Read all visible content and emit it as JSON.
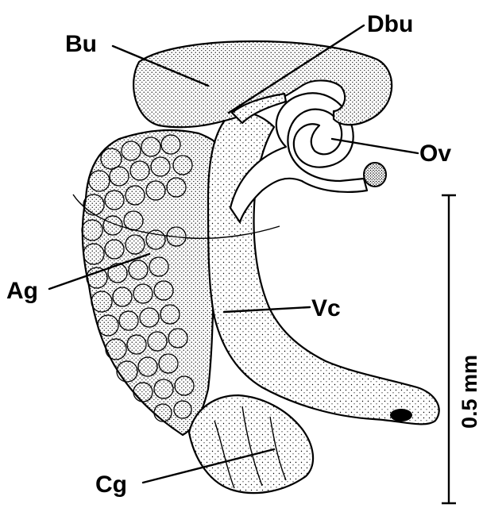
{
  "figure": {
    "labels": {
      "bu": "Bu",
      "dbu": "Dbu",
      "ov": "Ov",
      "ag": "Ag",
      "vc": "Vc",
      "cg": "Cg"
    },
    "scale_bar": {
      "label": "0.5 mm"
    },
    "colors": {
      "ink": "#000000",
      "paper": "#ffffff"
    }
  }
}
